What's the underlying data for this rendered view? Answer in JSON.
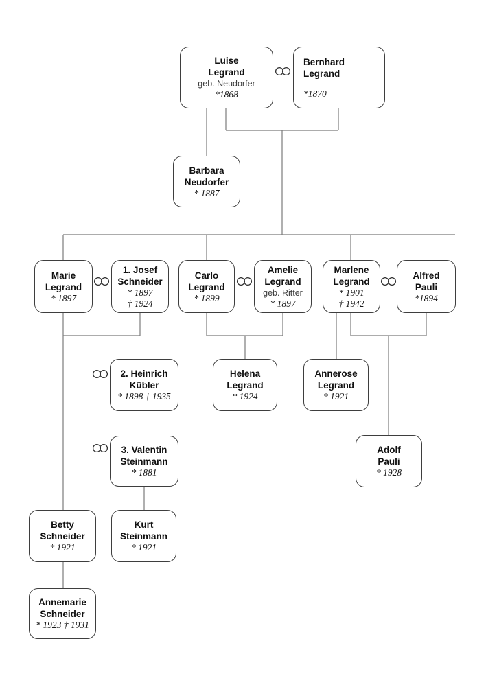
{
  "diagram": {
    "type": "family-tree"
  },
  "colors": {
    "background": "#ffffff",
    "box_border": "#3e3e3e",
    "connector_line": "#7b7b7b",
    "name_text": "#111111",
    "maiden_text": "#3c3c3c",
    "date_text": "#191919"
  },
  "icons": {
    "marriage": "interlocked-rings"
  },
  "persons": {
    "luise": {
      "name": [
        "Luise",
        "Legrand"
      ],
      "maiden": "geb. Neudorfer",
      "dates": [
        "*1868"
      ]
    },
    "bernhard": {
      "name": [
        "Bernhard",
        "Legrand"
      ],
      "dates": [
        "*1870"
      ]
    },
    "barbara": {
      "name": [
        "Barbara",
        "Neudorfer"
      ],
      "dates": [
        "* 1887"
      ]
    },
    "marie": {
      "name": [
        "Marie",
        "Legrand"
      ],
      "dates": [
        "* 1897"
      ]
    },
    "josef": {
      "name": [
        "1. Josef",
        "Schneider"
      ],
      "dates": [
        "* 1897",
        "† 1924"
      ]
    },
    "carlo": {
      "name": [
        "Carlo",
        "Legrand"
      ],
      "dates": [
        "* 1899"
      ]
    },
    "amelie": {
      "name": [
        "Amelie",
        "Legrand"
      ],
      "maiden": "geb. Ritter",
      "dates": [
        "* 1897"
      ]
    },
    "marlene": {
      "name": [
        "Marlene",
        "Legrand"
      ],
      "dates": [
        "* 1901",
        "† 1942"
      ]
    },
    "alfred": {
      "name": [
        "Alfred",
        "Pauli"
      ],
      "dates": [
        "*1894"
      ]
    },
    "kuebler": {
      "name": [
        "2. Heinrich",
        "Kübler"
      ],
      "dates": [
        "* 1898 † 1935"
      ]
    },
    "helena": {
      "name": [
        "Helena",
        "Legrand"
      ],
      "dates": [
        "* 1924"
      ]
    },
    "annerose": {
      "name": [
        "Annerose",
        "Legrand"
      ],
      "dates": [
        "* 1921"
      ]
    },
    "steinmann": {
      "name": [
        "3. Valentin",
        "Steinmann"
      ],
      "dates": [
        "* 1881"
      ]
    },
    "adolf": {
      "name": [
        "Adolf",
        "Pauli"
      ],
      "dates": [
        "* 1928"
      ]
    },
    "betty": {
      "name": [
        "Betty",
        "Schneider"
      ],
      "dates": [
        "* 1921"
      ]
    },
    "kurt": {
      "name": [
        "Kurt",
        "Steinmann"
      ],
      "dates": [
        "* 1921"
      ]
    },
    "annemarie": {
      "name": [
        "Annemarie",
        "Schneider"
      ],
      "dates": [
        "* 1923 † 1931"
      ]
    }
  },
  "relations": {
    "unions": [
      {
        "partners": [
          "luise",
          "bernhard"
        ]
      },
      {
        "partners": [
          "marie",
          "josef"
        ],
        "order": 1
      },
      {
        "partners": [
          "marie",
          "kuebler"
        ],
        "order": 2
      },
      {
        "partners": [
          "marie",
          "steinmann"
        ],
        "order": 3
      },
      {
        "partners": [
          "carlo",
          "amelie"
        ]
      },
      {
        "partners": [
          "marlene",
          "alfred"
        ]
      }
    ],
    "children_links": [
      {
        "parents": [
          "luise"
        ],
        "children": [
          "barbara"
        ]
      },
      {
        "parents": [
          "luise",
          "bernhard"
        ],
        "children": [
          "marie",
          "carlo",
          "marlene"
        ]
      },
      {
        "parents": [
          "marie",
          "josef"
        ],
        "children": [
          "betty"
        ]
      },
      {
        "parents": [
          "carlo",
          "amelie"
        ],
        "children": [
          "helena"
        ]
      },
      {
        "parents": [
          "marlene"
        ],
        "children": [
          "annerose"
        ]
      },
      {
        "parents": [
          "marlene",
          "alfred"
        ],
        "children": [
          "adolf"
        ]
      },
      {
        "parents": [
          "steinmann"
        ],
        "children": [
          "kurt"
        ]
      },
      {
        "parents": [
          "betty"
        ],
        "children": [
          "annemarie"
        ]
      }
    ]
  }
}
